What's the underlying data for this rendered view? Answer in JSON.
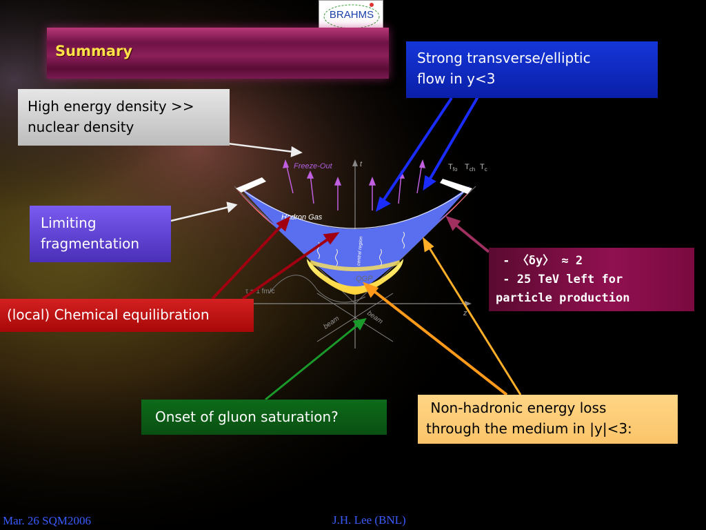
{
  "logo": {
    "text": "BRAHMS"
  },
  "title": "Summary",
  "boxes": {
    "energy_density": {
      "line1": "High energy density >>",
      "line2": "nuclear density"
    },
    "flow": {
      "line1": "Strong transverse/elliptic",
      "line2": "flow in y<3"
    },
    "limiting": {
      "line1": "Limiting",
      "line2": "fragmentation"
    },
    "chemical": {
      "part1": "(local)",
      "part2": "Chemical equilibration"
    },
    "rapidity": {
      "line1": " - 〈δy〉 ≈ 2",
      "line2": " - 25 TeV left for",
      "line3": "particle production"
    },
    "gluon": {
      "text": "Onset of gluon saturation?"
    },
    "nonhadronic": {
      "line1": " Non-hadronic energy loss",
      "line2": "through the medium in |y|<3:"
    }
  },
  "diagram": {
    "freeze_out": "Freeze-Out",
    "t_axis": "t",
    "z_axis": "z",
    "t_fo": "T",
    "t_fo_sub": "fo",
    "t_ch": "T",
    "t_ch_sub": "ch",
    "t_c": "T",
    "t_c_sub": "c",
    "hadron_gas": "Hadron Gas",
    "central_region": "central region",
    "qgp": "QGP",
    "tau_label": "τ = 1 fm/c",
    "beam_left": "beam",
    "beam_right": "beam"
  },
  "footer": {
    "left": "Mar. 26 SQM2006",
    "center": "J.H. Lee (BNL)"
  },
  "colors": {
    "title_text": "#ffe14a",
    "footer_text": "#3a5cff",
    "hadron_gas": "#5a6ef0",
    "qgp": "#fff27a",
    "edge": "#ff5a5a"
  }
}
